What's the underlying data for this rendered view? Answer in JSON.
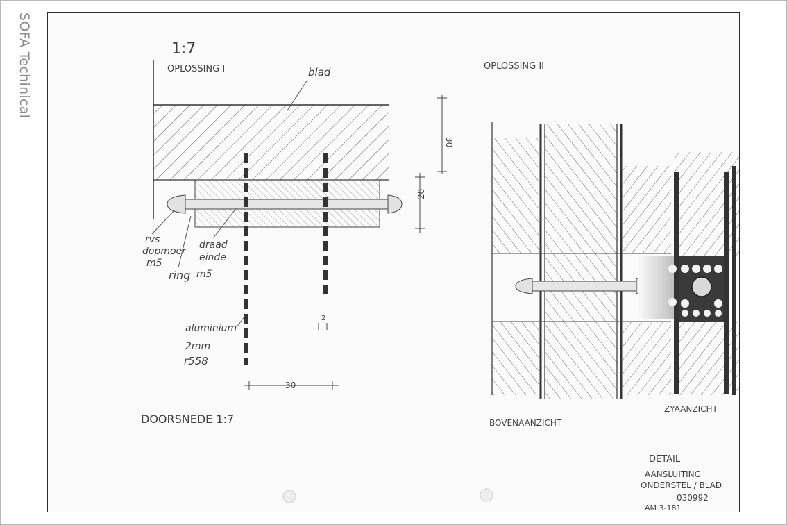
{
  "header": {
    "title": "SOFA Techinical"
  },
  "drawing": {
    "scale": "1:7",
    "left": {
      "heading": "OPLOSSING I",
      "blad": "blad",
      "label_rvs": "rvs",
      "label_dopmoer": "dopmoer",
      "label_m5_a": "m5",
      "label_ring": "ring",
      "label_m5_b": "m5",
      "label_draad": "draad",
      "label_einde": "einde",
      "label_aluminium": "aluminium",
      "label_2mm": "2mm",
      "label_r558": "r558",
      "dim_30_vertical": "30",
      "dim_20_vertical": "20",
      "dim_2": "2",
      "dim_30_horizontal": "30",
      "caption": "DOORSNEDE 1:7"
    },
    "right": {
      "heading": "OPLOSSING II",
      "bovenaanzicht": "BOVENAANZICHT",
      "zijaanzicht": "ZYAANZICHT"
    },
    "title_block": {
      "line1": "DETAIL",
      "line2": "AANSLUITING",
      "line3": "ONDERSTEL / BLAD",
      "line4": "030992",
      "line5": "AM 3-181"
    }
  },
  "colors": {
    "pencil": "#3f3f3f",
    "paper": "#fbfbfb",
    "frame": "#b9b9b9"
  }
}
